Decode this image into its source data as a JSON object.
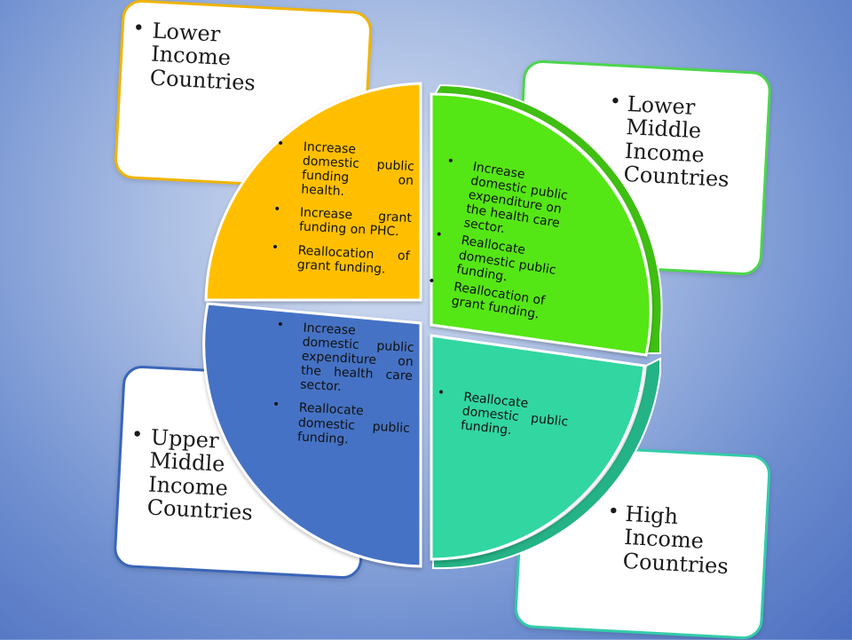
{
  "quadrants": {
    "top_left": {
      "title": "Lower Income Countries",
      "items": [
        "Increase domestic public funding on health.",
        "Increase grant funding on PHC.",
        "Reallocation of grant funding."
      ],
      "color": "#ffbf00"
    },
    "top_right": {
      "title": "Lower Middle Income Countries",
      "items": [
        "Increase domestic public expenditure on the health care sector.",
        "Reallocate domestic public funding.",
        "Reallocation of grant funding."
      ],
      "color": "#55e618"
    },
    "bottom_left": {
      "title": "Upper Middle Income Countries",
      "items": [
        "Increase domestic public expenditure on the health care sector.",
        "Reallocate domestic public funding."
      ],
      "color": "#4472c4"
    },
    "bottom_right": {
      "title": "High Income Countries",
      "items": [
        "Reallocate domestic public funding."
      ],
      "color": "#33d6a0"
    }
  }
}
